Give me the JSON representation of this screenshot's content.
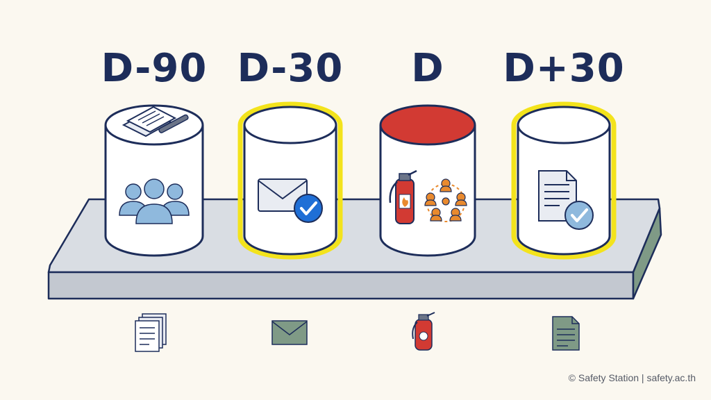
{
  "milestones": [
    {
      "label": "D-90",
      "top_color": "#ffffff",
      "highlight": false,
      "icon_top": "document-pen-icon",
      "icon_body": "people-group-icon",
      "icon_below": "stacked-documents-icon"
    },
    {
      "label": "D-30",
      "top_color": "#ffffff",
      "highlight": true,
      "highlight_color": "#f3e31c",
      "icon_top": "",
      "icon_body": "envelope-check-icon",
      "icon_below": "envelope-icon"
    },
    {
      "label": "D",
      "top_color": "#d23a33",
      "highlight": false,
      "icon_top": "",
      "icon_body": "fire-extinguisher-team-icon",
      "icon_below": "fire-extinguisher-icon"
    },
    {
      "label": "D+30",
      "top_color": "#ffffff",
      "highlight": true,
      "highlight_color": "#f3e31c",
      "icon_top": "",
      "icon_body": "document-check-icon",
      "icon_below": "document-icon"
    }
  ],
  "colors": {
    "navy": "#1d2d5a",
    "people_blue": "#8fb9dd",
    "check_blue": "#1f6fd6",
    "extinguisher_red": "#d23a33",
    "team_orange": "#e98a2e",
    "platform": "#d9dde3",
    "platform_side": "#7f9a86"
  },
  "footer": {
    "credit": "© Safety Station | safety.ac.th"
  }
}
